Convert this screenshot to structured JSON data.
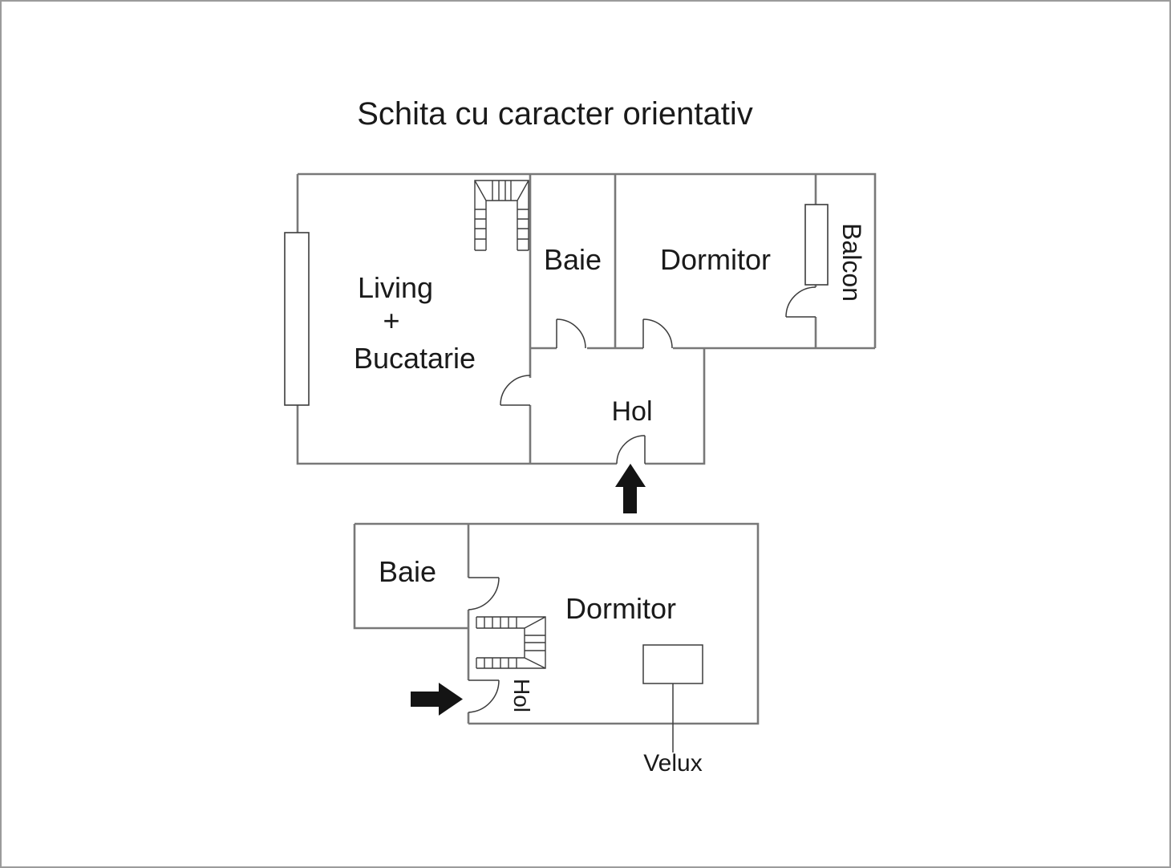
{
  "title": "Schita cu caracter orientativ",
  "colors": {
    "wall": "#787878",
    "detail": "#3c3c3c",
    "text": "#1a1a1a",
    "arrow": "#141414",
    "background": "#ffffff",
    "page_border": "#9b9b9b"
  },
  "upper_floor": {
    "labels": {
      "living_line1": "Living",
      "living_line2": "+",
      "living_line3": "Bucatarie",
      "baie": "Baie",
      "dormitor": "Dormitor",
      "balcon": "Balcon",
      "hol": "Hol"
    }
  },
  "lower_floor": {
    "labels": {
      "baie": "Baie",
      "dormitor": "Dormitor",
      "hol": "Hol",
      "velux": "Velux"
    }
  },
  "icons": {
    "up_arrow": "upstairs-entry-arrow",
    "right_arrow": "entrance-arrow",
    "staircase_upper": "staircase",
    "staircase_lower": "staircase",
    "window_left": "window",
    "window_balcony": "window",
    "velux_box": "velux-skylight"
  }
}
